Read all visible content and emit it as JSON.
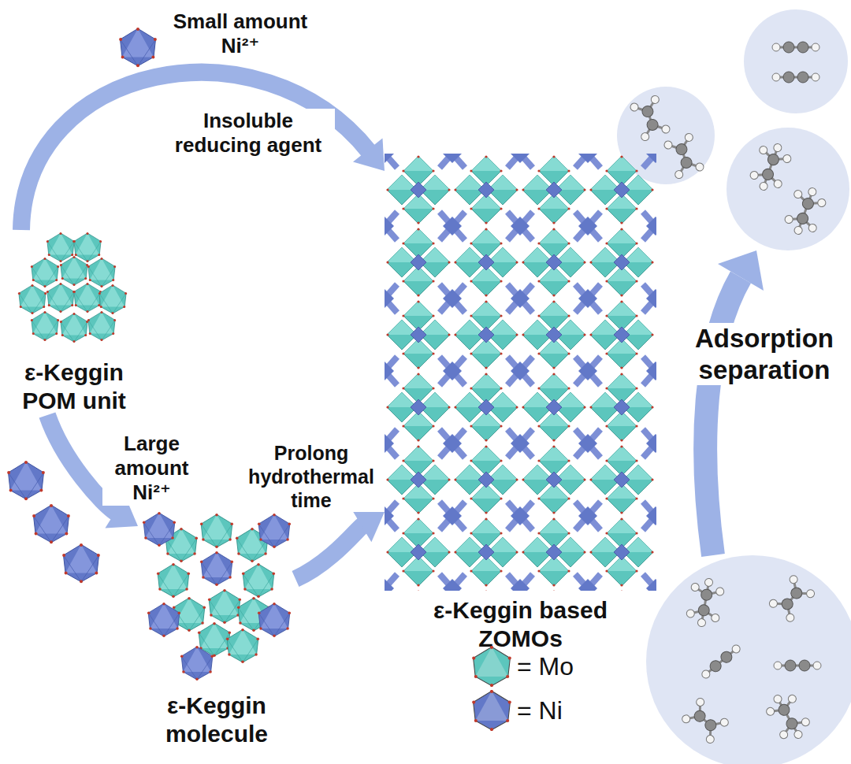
{
  "diagram": {
    "nodes": [
      {
        "text": [
          "ε-Keggin POM unit"
        ]
      },
      {
        "text": [
          "ε-Keggin molecule"
        ]
      },
      {
        "text": [
          "ε-Keggin based ZOMOs"
        ]
      }
    ],
    "edges": [
      {
        "from": 0,
        "to": 2,
        "arrow": "to",
        "label": "Insoluble reducing agent"
      },
      {
        "from": 0,
        "to": 1,
        "arrow": "to",
        "label": "Large amount Ni²⁺"
      },
      {
        "from": 1,
        "to": 2,
        "arrow": "to",
        "label": "Prolong hydrothermal time"
      }
    ],
    "labels": [
      "Small amount Ni²⁺",
      "Adsorption separation"
    ],
    "legend": [
      {
        "text": "= Mo",
        "color": "#5cc6bd"
      },
      {
        "text": "= Ni",
        "color": "#6278c8"
      }
    ]
  }
}
